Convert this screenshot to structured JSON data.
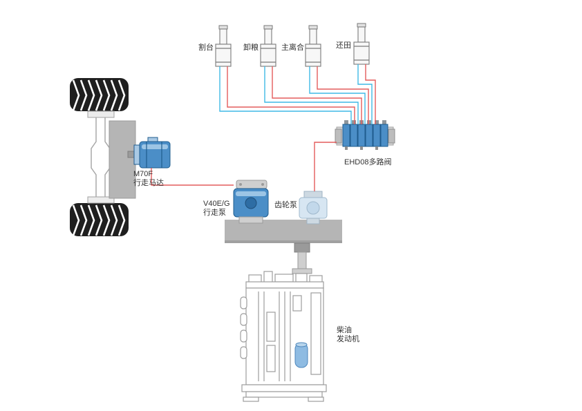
{
  "colors": {
    "red_line": "#e45c5c",
    "blue_line": "#3fb9e5",
    "component_blue": "#4b8ec7",
    "component_blue_dark": "#1f5c8e"
  },
  "cylinders": [
    {
      "label": "割台"
    },
    {
      "label": "卸粮"
    },
    {
      "label": "主离合"
    },
    {
      "label": "还田"
    }
  ],
  "valve": {
    "label": "EHD08多路阀"
  },
  "travel_motor": {
    "model": "M70F",
    "name": "行走马达"
  },
  "travel_pump": {
    "model": "V40E/G",
    "name": "行走泵"
  },
  "gear_pump": {
    "label": "齿轮泵"
  },
  "engine": {
    "label_line1": "柴油",
    "label_line2": "发动机"
  }
}
